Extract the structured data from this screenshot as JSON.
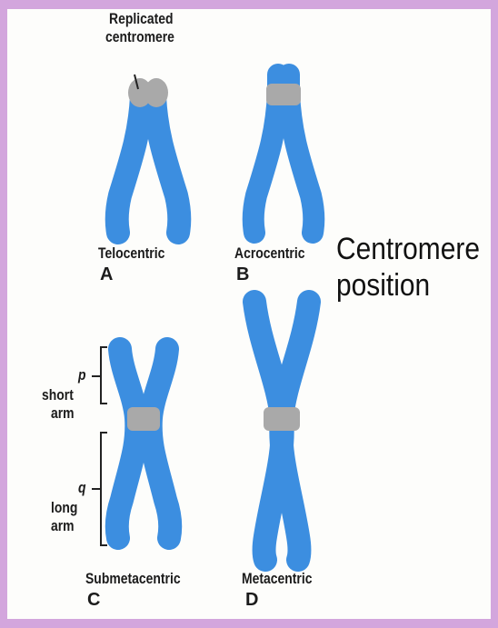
{
  "colors": {
    "chromatid": "#3c8ee0",
    "centromere": "#a9a9a9",
    "background": "#d3a6dd"
  },
  "replicated_centromere": {
    "line1": "Replicated",
    "line2": "centromere"
  },
  "heading": {
    "line1": "Centromere",
    "line2": "position"
  },
  "types": [
    {
      "name": "Telocentric",
      "letter": "A"
    },
    {
      "name": "Acrocentric",
      "letter": "B"
    },
    {
      "name": "Submetacentric",
      "letter": "C"
    },
    {
      "name": "Metacentric",
      "letter": "D"
    }
  ],
  "arms": {
    "p": {
      "letter": "p",
      "line1": "short",
      "line2": "arm"
    },
    "q": {
      "letter": "q",
      "line1": "long",
      "line2": "arm"
    }
  }
}
